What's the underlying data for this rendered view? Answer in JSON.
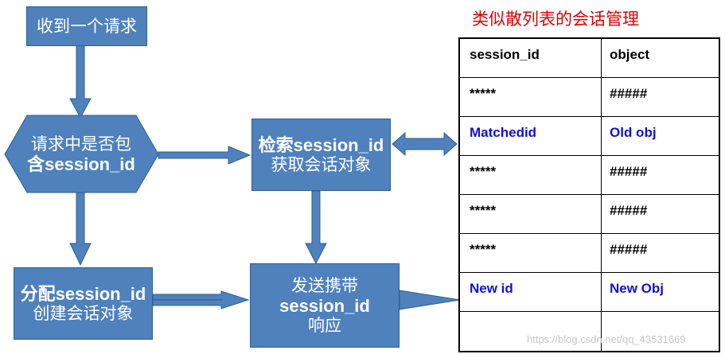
{
  "nodes": {
    "receive": {
      "line1": "收到一个请求"
    },
    "check": {
      "line1": "请求中是否包",
      "line2": "含session_id"
    },
    "retrieve": {
      "line1": "检索session_id",
      "line2": "获取会话对象"
    },
    "allocate": {
      "line1": "分配session_id",
      "line2": "创建会话对象"
    },
    "send": {
      "line1": "发送携带",
      "line2": "session_id",
      "line3": "响应"
    }
  },
  "table": {
    "title": "类似散列表的会话管理",
    "headers": [
      "session_id",
      "object"
    ],
    "rows": [
      [
        "*****",
        "#####"
      ],
      [
        "Matchedid",
        "Old obj"
      ],
      [
        "*****",
        "#####"
      ],
      [
        "*****",
        "#####"
      ],
      [
        "*****",
        "#####"
      ],
      [
        "New id",
        "New Obj"
      ],
      [
        "",
        ""
      ]
    ]
  },
  "watermark": "https://blog.csdn.net/qq_43531669",
  "colors": {
    "box": "#4f81bd",
    "title": "#e00000",
    "highlight_text": "#1010d8"
  }
}
